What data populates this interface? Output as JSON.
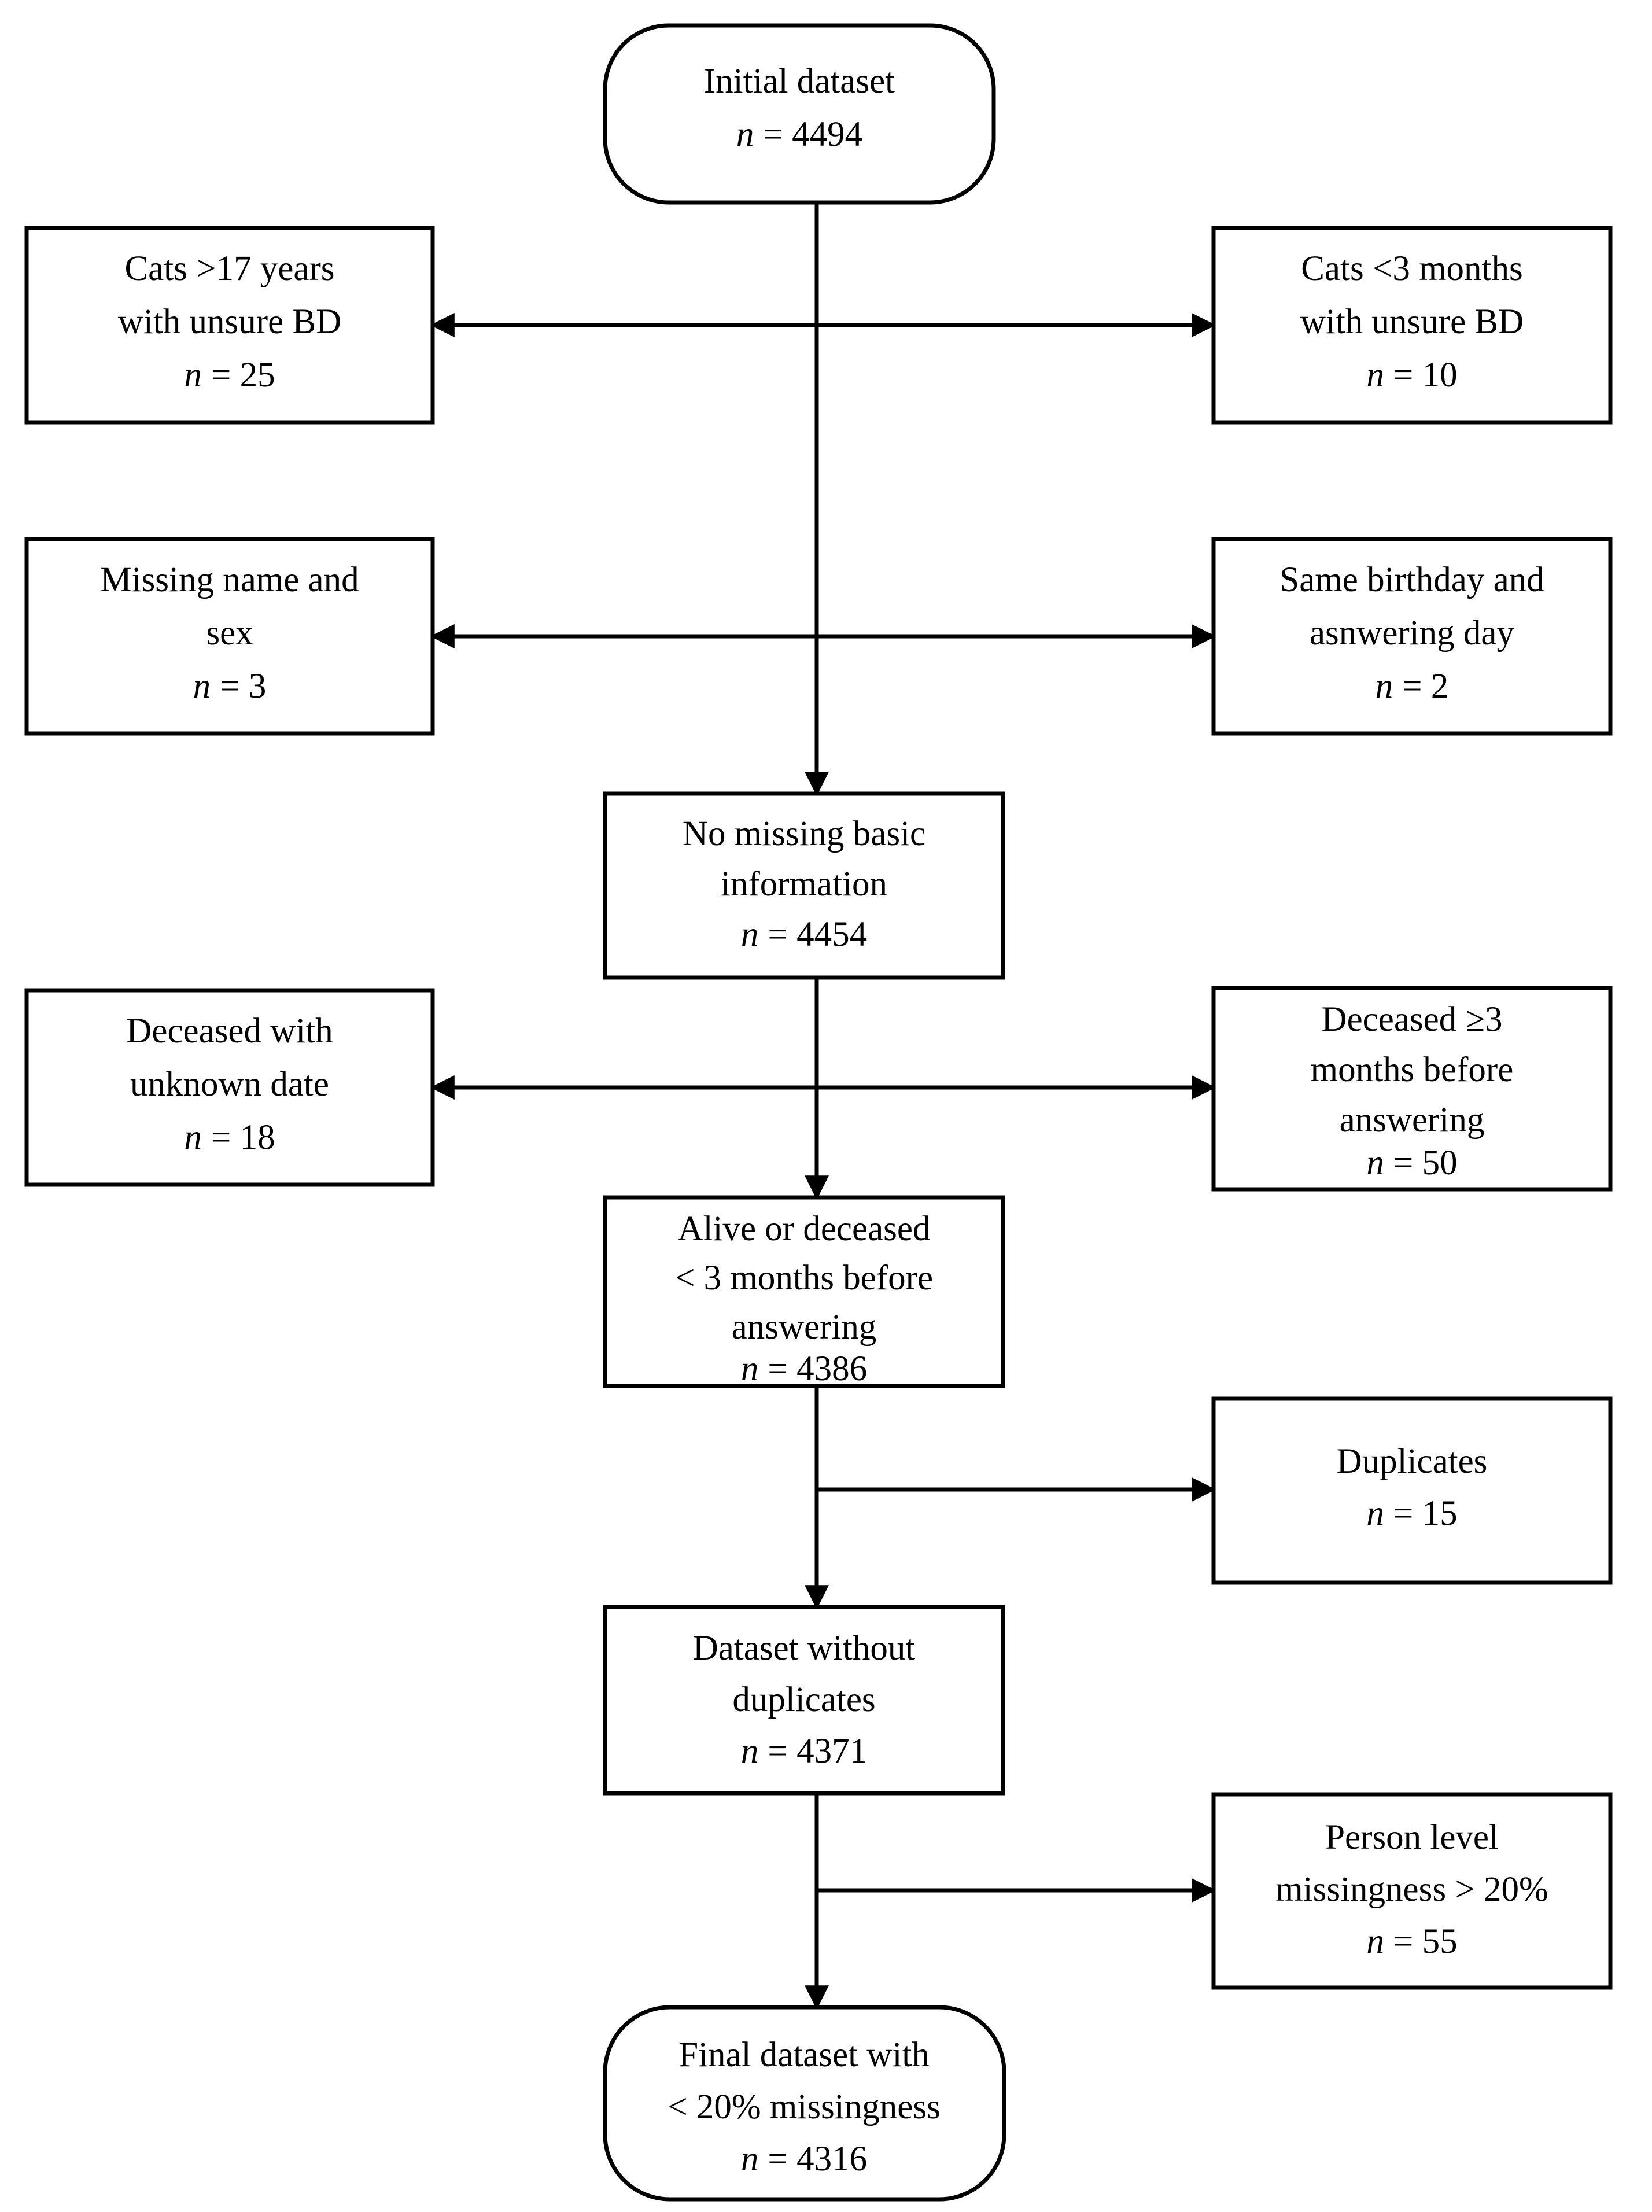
{
  "diagram": {
    "type": "flowchart",
    "title": "Study sample selection flow diagram",
    "orientation": "top-to-bottom",
    "colors": {
      "background": "#ffffff",
      "stroke": "#000000",
      "fill": "#ffffff"
    },
    "nodes": [
      {
        "id": "initial",
        "shape": "stadium",
        "column": "center",
        "lines": [
          "Initial dataset"
        ],
        "count_label": "n = 4494",
        "count_prefix": "n",
        "count_value": "= 4494"
      },
      {
        "id": "excl-old-cats",
        "shape": "rect",
        "column": "left",
        "lines": [
          "Cats >17 years",
          "with unsure BD"
        ],
        "count_label": "n = 25",
        "count_prefix": "n",
        "count_value": "= 25"
      },
      {
        "id": "excl-young-cats",
        "shape": "rect",
        "column": "right",
        "lines": [
          "Cats <3 months",
          "with unsure BD"
        ],
        "count_label": "n = 10",
        "count_prefix": "n",
        "count_value": "= 10"
      },
      {
        "id": "excl-missing-name-sex",
        "shape": "rect",
        "column": "left",
        "lines": [
          "Missing name and",
          "sex"
        ],
        "count_label": "n = 3",
        "count_prefix": "n",
        "count_value": "= 3"
      },
      {
        "id": "excl-same-birthday",
        "shape": "rect",
        "column": "right",
        "lines": [
          "Same birthday and",
          "asnwering day"
        ],
        "count_label": "n = 2",
        "count_prefix": "n",
        "count_value": "= 2"
      },
      {
        "id": "no-missing-basic",
        "shape": "rect",
        "column": "center",
        "lines": [
          "No missing basic",
          "information"
        ],
        "count_label": "n = 4454",
        "count_prefix": "n",
        "count_value": "= 4454"
      },
      {
        "id": "excl-deceased-unknown-date",
        "shape": "rect",
        "column": "left",
        "lines": [
          "Deceased with",
          "unknown date"
        ],
        "count_label": "n = 18",
        "count_prefix": "n",
        "count_value": "= 18"
      },
      {
        "id": "excl-deceased-3mo",
        "shape": "rect",
        "column": "right",
        "lines": [
          "Deceased ≥3",
          "months before",
          "answering"
        ],
        "count_label": "n = 50",
        "count_prefix": "n",
        "count_value": "= 50"
      },
      {
        "id": "alive-or-deceased",
        "shape": "rect",
        "column": "center",
        "lines": [
          "Alive  or deceased",
          "< 3 months before",
          "answering"
        ],
        "count_label": "n = 4386",
        "count_prefix": "n",
        "count_value": "= 4386"
      },
      {
        "id": "excl-duplicates",
        "shape": "rect",
        "column": "right",
        "lines": [
          "Duplicates"
        ],
        "count_label": "n = 15",
        "count_prefix": "n",
        "count_value": "= 15"
      },
      {
        "id": "dataset-without-duplicates",
        "shape": "rect",
        "column": "center",
        "lines": [
          "Dataset without",
          "duplicates"
        ],
        "count_label": "n = 4371",
        "count_prefix": "n",
        "count_value": "= 4371"
      },
      {
        "id": "excl-person-missingness",
        "shape": "rect",
        "column": "right",
        "lines": [
          "Person level",
          "missingness > 20%"
        ],
        "count_label": "n = 55",
        "count_prefix": "n",
        "count_value": "= 55"
      },
      {
        "id": "final-dataset",
        "shape": "stadium",
        "column": "center",
        "lines": [
          "Final dataset with",
          "< 20% missingness"
        ],
        "count_label": "n = 4316",
        "count_prefix": "n",
        "count_value": "= 4316"
      }
    ],
    "edges": [
      {
        "id": "edge-initial-to-exclusion-1",
        "from": "initial",
        "to": [
          "excl-old-cats",
          "excl-young-cats"
        ],
        "style": "double-headed-horizontal"
      },
      {
        "id": "edge-spine-to-exclusion-2",
        "from": "initial",
        "to": [
          "excl-missing-name-sex",
          "excl-same-birthday"
        ],
        "style": "double-headed-horizontal"
      },
      {
        "id": "edge-initial-to-no-missing",
        "from": "initial",
        "to": [
          "no-missing-basic"
        ],
        "style": "vertical-arrow"
      },
      {
        "id": "edge-spine-to-exclusion-3",
        "from": "no-missing-basic",
        "to": [
          "excl-deceased-unknown-date",
          "excl-deceased-3mo"
        ],
        "style": "double-headed-horizontal"
      },
      {
        "id": "edge-no-missing-to-alive",
        "from": "no-missing-basic",
        "to": [
          "alive-or-deceased"
        ],
        "style": "vertical-arrow"
      },
      {
        "id": "edge-alive-to-duplicates",
        "from": "alive-or-deceased",
        "to": [
          "excl-duplicates"
        ],
        "style": "branch-right-arrow"
      },
      {
        "id": "edge-alive-to-dataset-nodup",
        "from": "alive-or-deceased",
        "to": [
          "dataset-without-duplicates"
        ],
        "style": "vertical-arrow"
      },
      {
        "id": "edge-nodup-to-missingness",
        "from": "dataset-without-duplicates",
        "to": [
          "excl-person-missingness"
        ],
        "style": "branch-right-arrow"
      },
      {
        "id": "edge-nodup-to-final",
        "from": "dataset-without-duplicates",
        "to": [
          "final-dataset"
        ],
        "style": "vertical-arrow"
      }
    ]
  }
}
